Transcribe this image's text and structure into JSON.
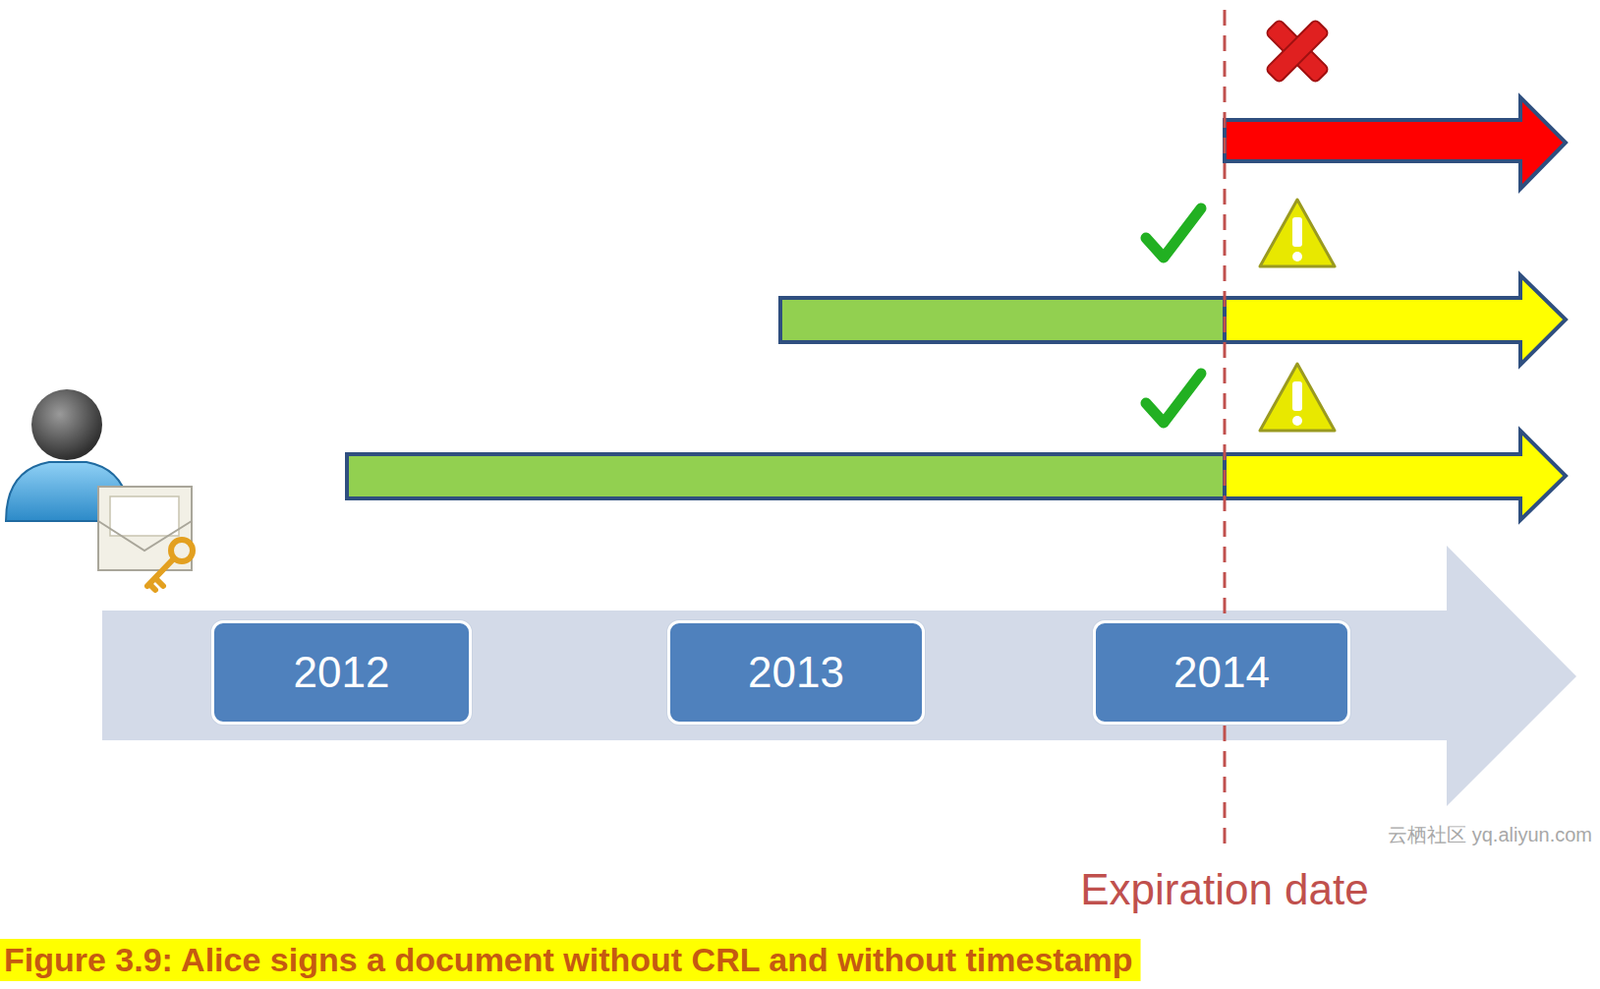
{
  "diagram": {
    "caption": "Figure 3.9: Alice signs a document without CRL and without timestamp",
    "nodes": [
      {
        "text": [
          "2012"
        ]
      },
      {
        "text": [
          "2013"
        ]
      },
      {
        "text": [
          "2014"
        ]
      }
    ],
    "labels": [
      "Expiration date",
      "云栖社区 yq.aliyun.com"
    ]
  }
}
